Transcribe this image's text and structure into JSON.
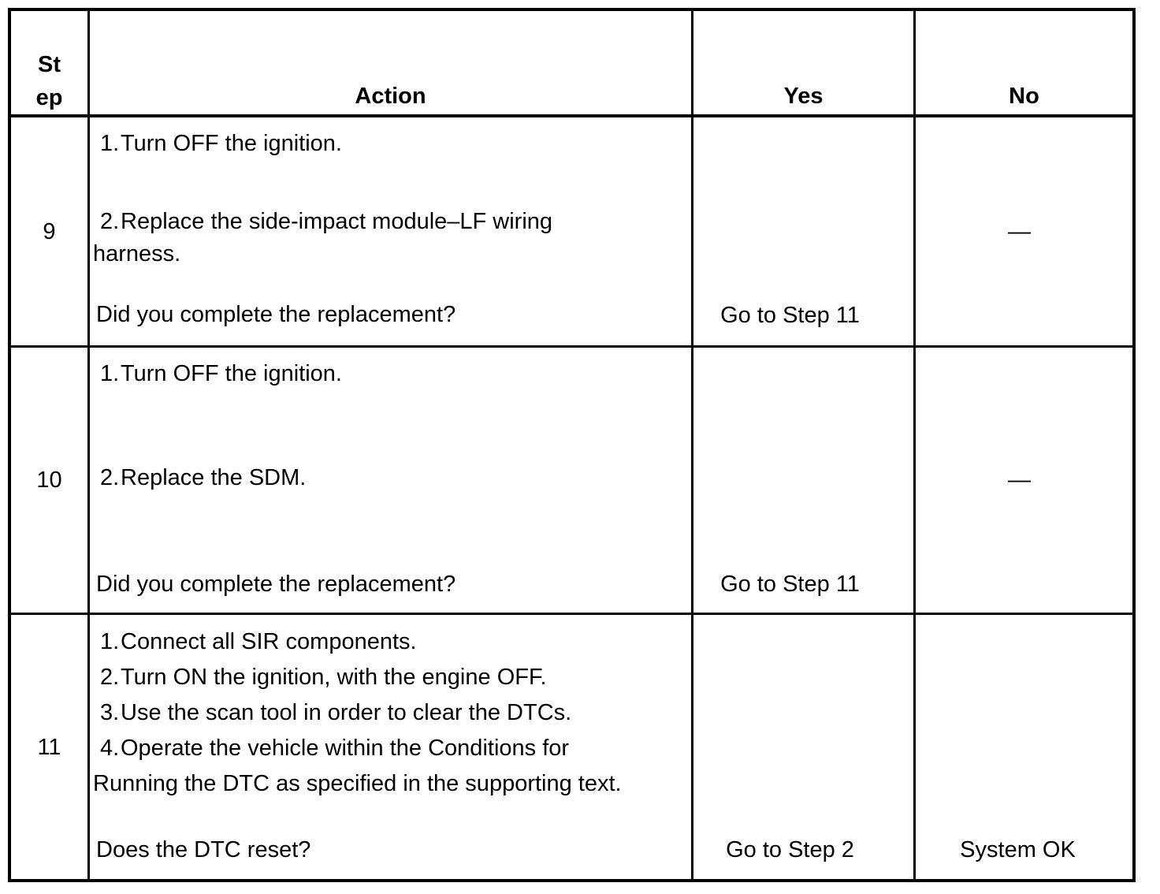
{
  "table": {
    "header": {
      "step_line1": "St",
      "step_line2": "ep",
      "action": "Action",
      "yes": "Yes",
      "no": "No"
    },
    "rows": [
      {
        "step": "9",
        "items": [
          {
            "num": "1.",
            "text": "Turn OFF the ignition."
          },
          {
            "num": "2.",
            "text": "Replace the side-impact module–LF wiring"
          }
        ],
        "continuation": "harness.",
        "question": "Did you complete the replacement?",
        "yes": "Go to Step 11",
        "no": "—"
      },
      {
        "step": "10",
        "items": [
          {
            "num": "1.",
            "text": "Turn OFF the ignition."
          },
          {
            "num": "2.",
            "text": "Replace the SDM."
          }
        ],
        "question": "Did you complete the replacement?",
        "yes": "Go to Step 11",
        "no": "—"
      },
      {
        "step": "11",
        "items": [
          {
            "num": "1.",
            "text": "Connect all SIR components."
          },
          {
            "num": "2.",
            "text": "Turn ON the ignition, with the engine OFF."
          },
          {
            "num": "3.",
            "text": "Use the scan tool in order to clear the DTCs."
          },
          {
            "num": "4.",
            "text": "Operate the vehicle within the Conditions for"
          }
        ],
        "continuation": "Running the DTC as specified in the supporting text.",
        "question": "Does the DTC reset?",
        "yes": "Go to Step 2",
        "no": "System OK"
      }
    ]
  }
}
